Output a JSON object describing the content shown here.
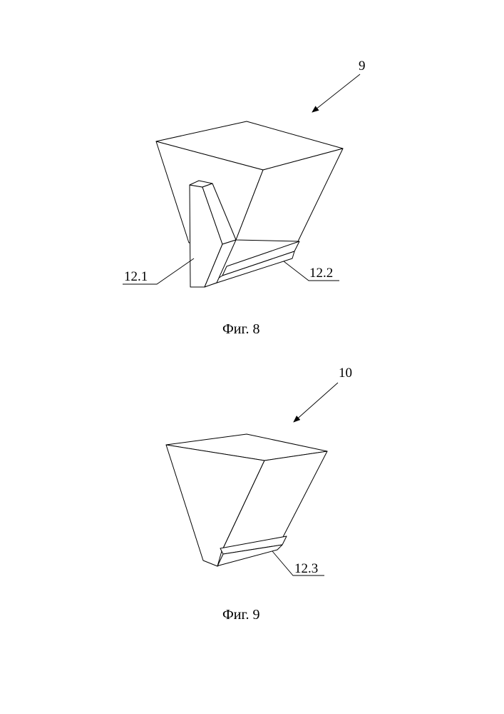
{
  "figures": [
    {
      "caption": "Фиг. 8",
      "ref_number": "9",
      "part_labels": [
        "12.1",
        "12.2"
      ]
    },
    {
      "caption": "Фиг. 9",
      "ref_number": "10",
      "part_labels": [
        "12.3"
      ]
    }
  ]
}
